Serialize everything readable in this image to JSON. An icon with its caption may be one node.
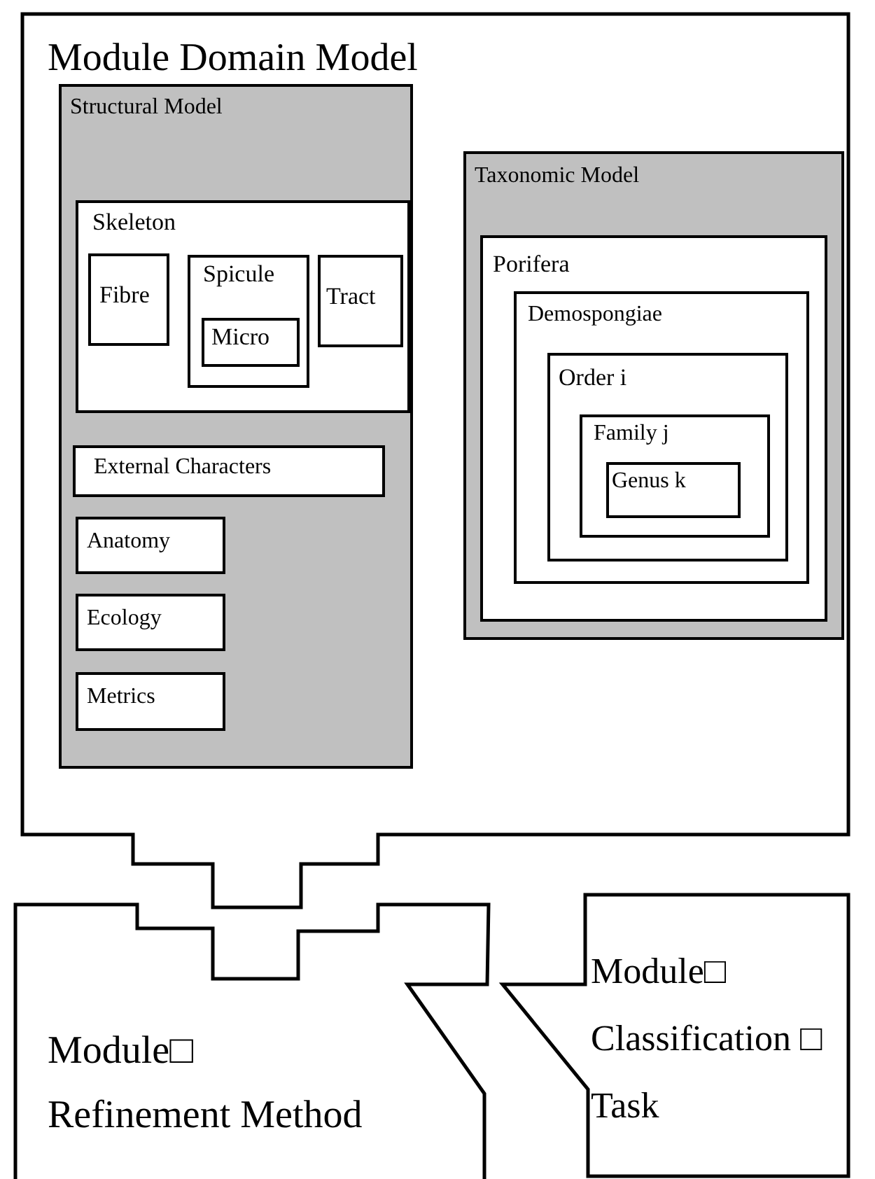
{
  "diagram": {
    "nodes": [
      {
        "text": [
          "Module Domain Model"
        ]
      },
      {
        "text": [
          "Structural Model"
        ],
        "in": 0
      },
      {
        "text": [
          "Skeleton"
        ],
        "in": 1
      },
      {
        "text": [
          "Fibre"
        ],
        "in": 2
      },
      {
        "text": [
          "Spicule"
        ],
        "in": 2
      },
      {
        "text": [
          "Micro"
        ],
        "in": 4
      },
      {
        "text": [
          "Tract"
        ],
        "in": 2
      },
      {
        "text": [
          "External Characters"
        ],
        "in": 1
      },
      {
        "text": [
          "Anatomy"
        ],
        "in": 1
      },
      {
        "text": [
          "Ecology"
        ],
        "in": 1
      },
      {
        "text": [
          "Metrics"
        ],
        "in": 1
      },
      {
        "text": [
          "Taxonomic Model"
        ],
        "in": 0
      },
      {
        "text": [
          "Porifera"
        ],
        "in": 11
      },
      {
        "text": [
          "Demospongiae"
        ],
        "in": 12
      },
      {
        "text": [
          "Order i"
        ],
        "in": 13
      },
      {
        "text": [
          "Family j"
        ],
        "in": 14
      },
      {
        "text": [
          "Genus k"
        ],
        "in": 15
      },
      {
        "text": [
          "Module□ Refinement Method"
        ]
      },
      {
        "text": [
          "Module□ Classification □ Task"
        ]
      }
    ]
  }
}
